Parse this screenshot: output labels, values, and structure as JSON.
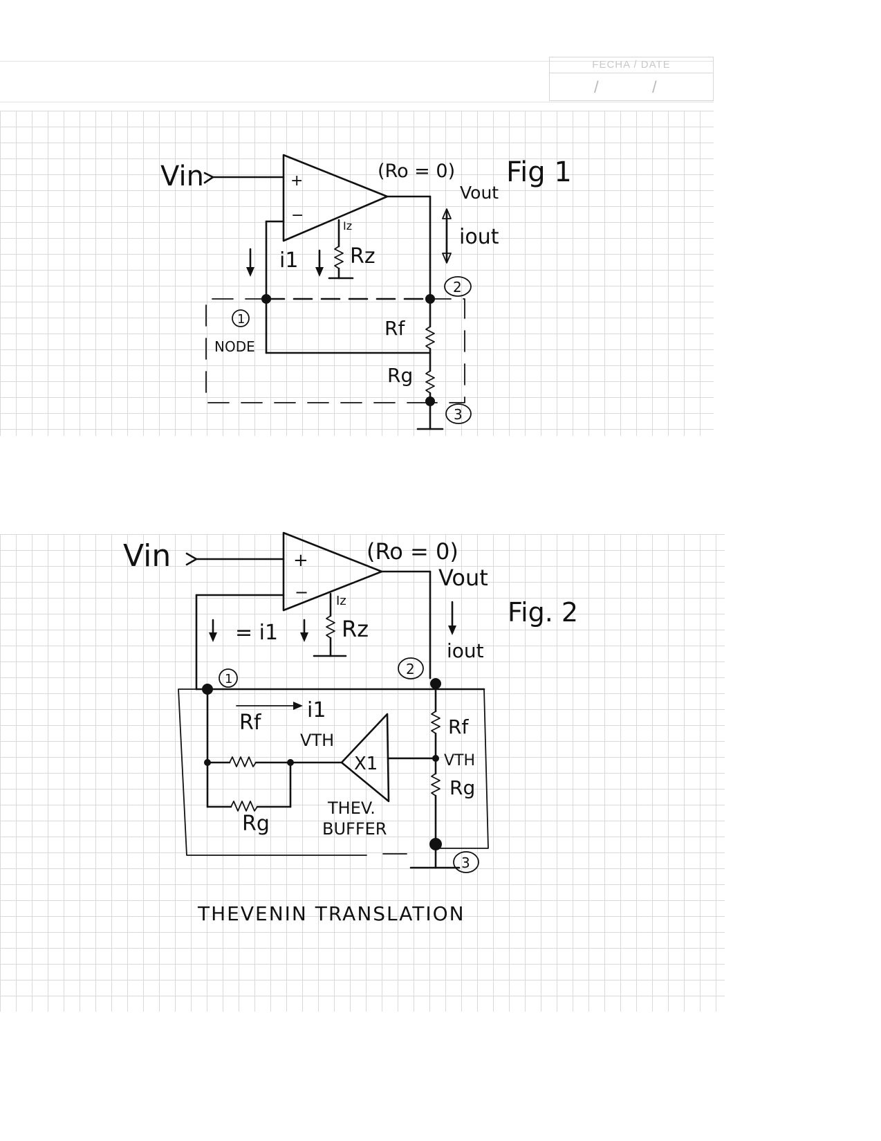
{
  "header": {
    "date_label": "FECHA / DATE",
    "date_slash_1": "/",
    "date_slash_2": "/"
  },
  "fig1": {
    "title": "Fig 1",
    "vin": "Vin",
    "opamp_plus": "+",
    "opamp_minus": "−",
    "ro": "(Ro = 0)",
    "vout": "Vout",
    "iout": "iout",
    "iz": "Iz",
    "rz": "Rz",
    "i1": "i1",
    "node1": "1",
    "node2": "2",
    "node3": "3",
    "node_label": "NODE",
    "rf": "Rf",
    "rg": "Rg"
  },
  "fig2": {
    "title": "Fig. 2",
    "vin": "Vin",
    "opamp_plus": "+",
    "opamp_minus": "−",
    "ro": "(Ro = 0)",
    "vout": "Vout",
    "iout": "iout",
    "iz": "Iz",
    "rz": "Rz",
    "i1_eq": "= i1",
    "i1_arrow": "i1",
    "node1": "1",
    "node2": "2",
    "node3": "3",
    "rf_left": "Rf",
    "rg_left": "Rg",
    "vth_left": "VTH",
    "buffer_gain": "X1",
    "buffer_label_1": "THEV.",
    "buffer_label_2": "BUFFER",
    "rf_right": "Rf",
    "vth_right": "VTH",
    "rg_right": "Rg",
    "caption": "THEVENIN TRANSLATION"
  }
}
